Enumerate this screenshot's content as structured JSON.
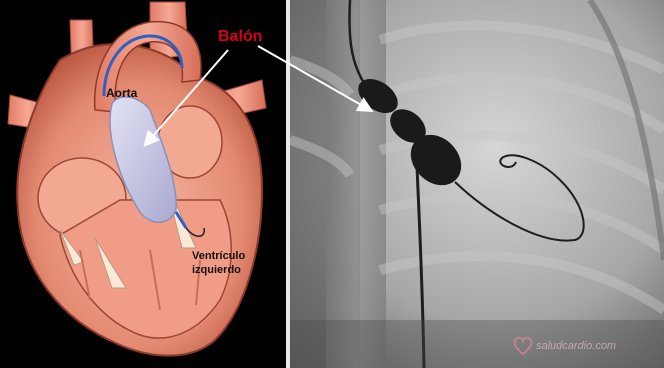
{
  "labels": {
    "balloon": "Balón",
    "aorta": "Aorta",
    "ventricle_line1": "Ventrículo",
    "ventricle_line2": "izquierdo"
  },
  "images": {
    "left": "heart-cross-section-illustration",
    "right": "fluoroscopy-xray-balloon-catheter"
  },
  "watermark": {
    "text": "saludcardio.com",
    "icon": "heart-logo-icon"
  },
  "colors": {
    "balloon_label": "#d6001c",
    "background": "#000000",
    "heart_tissue": "#e8907a",
    "balloon": "#c8c8e6"
  }
}
